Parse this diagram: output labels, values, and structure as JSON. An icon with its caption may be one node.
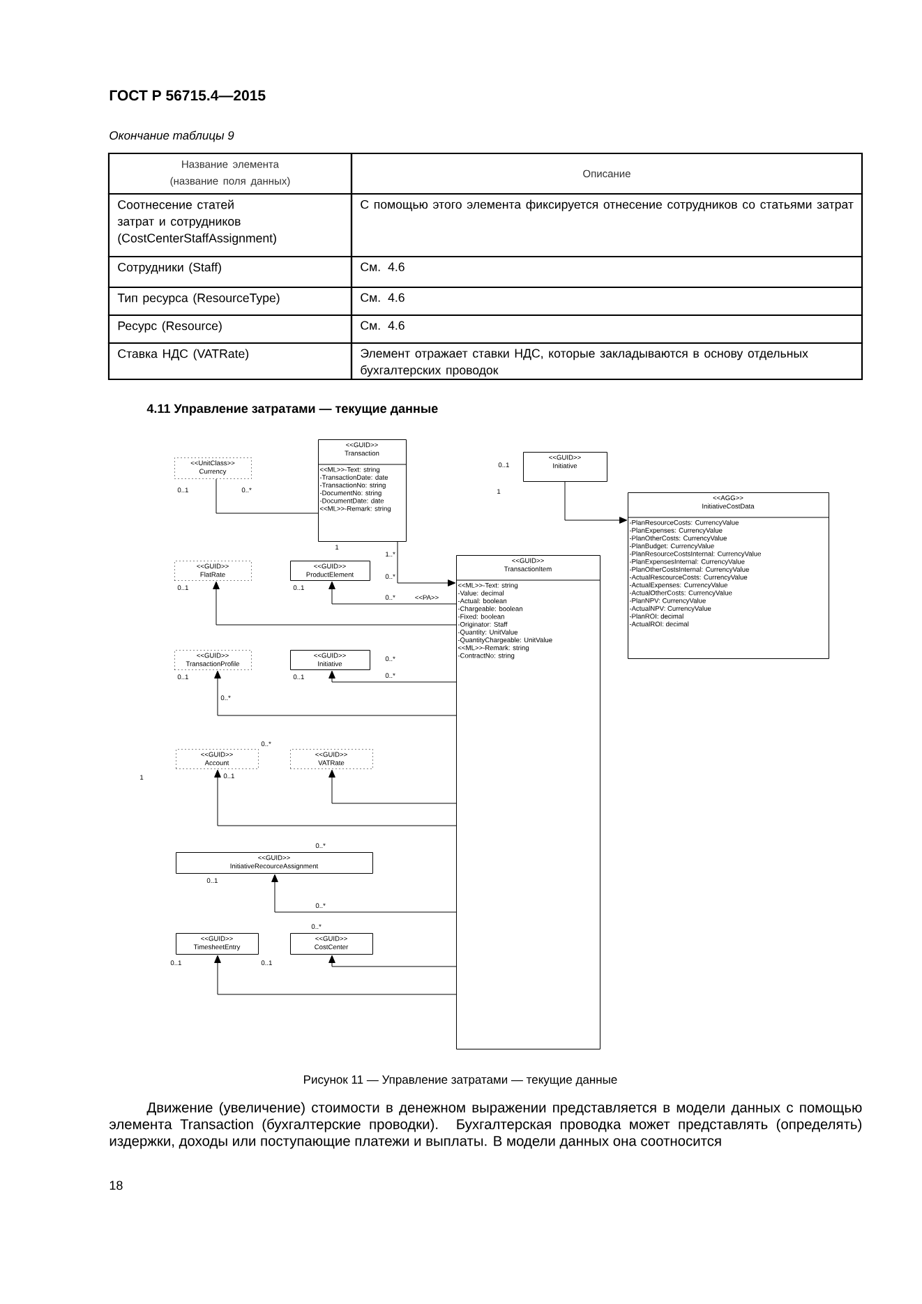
{
  "diagram": {
    "title": "4.11 Управление затратами — текущие данные",
    "caption": "Рисунок 11 — Управление затратами — текущие данные",
    "nodes": [
      {
        "text": [
          "<<UnitClass>>",
          "Currency"
        ]
      },
      {
        "text": [
          "<<GUID>>",
          "Transaction",
          "<<ML>>-Text: string",
          "-TransactionDate: date",
          "-TransactionNo: string",
          "-DocumentNo: string",
          "-DocumentDate: date",
          "<<ML>>-Remark: string"
        ]
      },
      {
        "text": [
          "<<GUID>>",
          "Initiative"
        ]
      },
      {
        "text": [
          "<<AGG>>",
          "InitiativeCostData",
          "-PlanResourceCosts: CurrencyValue",
          "-PlanExpenses: CurrencyValue",
          "-PlanOtherCosts: CurrencyValue",
          "-PlanBudget: CurrencyValue",
          "-PlanResourceCostsInternal: CurrencyValue",
          "-PlanExpensesInternal: CurrencyValue",
          "-PlanOtherCostsInternal: CurrencyValue",
          "-ActualRescourceCosts: CurrencyValue",
          "-ActualExpenses: CurrencyValue",
          "-ActualOtherCosts: CurrencyValue",
          "-PlanNPV: CurrencyValue",
          "-ActualNPV: CurrencyValue",
          "-PlanROI: decimal",
          "-ActualROI: decimal"
        ]
      },
      {
        "text": [
          "<<GUID>>",
          "FlatRate"
        ]
      },
      {
        "text": [
          "<<GUID>>",
          "ProductElement"
        ]
      },
      {
        "text": [
          "<<GUID>>",
          "TransactionItem",
          "<<ML>>-Text: string",
          "-Value: decimal",
          "-Actual: boolean",
          "-Chargeable: boolean",
          "-Fixed: boolean",
          "-Originator: Staff",
          "-Quantity: UnitValue",
          "-QuantityChargeable: UnitValue",
          "<<ML>>-Remark: string",
          "-ContractNo: string"
        ]
      },
      {
        "text": [
          "<<GUID>>",
          "TransactionProfile"
        ]
      },
      {
        "text": [
          "<<GUID>>",
          "Initiative"
        ]
      },
      {
        "text": [
          "<<GUID>>",
          "Account"
        ]
      },
      {
        "text": [
          "<<GUID>>",
          "VATRate"
        ]
      },
      {
        "text": [
          "<<GUID>>",
          "InitiativeRecourceAssignment"
        ]
      },
      {
        "text": [
          "<<GUID>>",
          "TimesheetEntry"
        ]
      },
      {
        "text": [
          "<<GUID>>",
          "CostCenter"
        ]
      }
    ],
    "edges": [
      {
        "from": 1,
        "to": 0,
        "arrow": "none"
      },
      {
        "from": 1,
        "to": 6,
        "arrow": "to",
        "label": "<<PA>>"
      },
      {
        "from": 2,
        "to": 3,
        "arrow": "to"
      },
      {
        "from": 6,
        "to": 5,
        "arrow": "to"
      },
      {
        "from": 6,
        "to": 4,
        "arrow": "to"
      },
      {
        "from": 6,
        "to": 8,
        "arrow": "to"
      },
      {
        "from": 6,
        "to": 7,
        "arrow": "to"
      },
      {
        "from": 6,
        "to": 10,
        "arrow": "to"
      },
      {
        "from": 6,
        "to": 9,
        "arrow": "to"
      },
      {
        "from": 6,
        "to": 11,
        "arrow": "to"
      },
      {
        "from": 6,
        "to": 13,
        "arrow": "to"
      },
      {
        "from": 6,
        "to": 12,
        "arrow": "to"
      }
    ],
    "labels": [
      "ГОСТ Р 56715.4—2015",
      "Окончание таблицы 9",
      "Название элемента (название поля данных)",
      "Описание",
      "Соотнесение статей затрат и сотрудников (CostCenterStaffAssignment)",
      "С помощью этого элемента фиксируется отнесение сотрудников со статьями затрат",
      "Сотрудники (Staff)",
      "См. 4.6",
      "Тип ресурса (ResourceType)",
      "См. 4.6",
      "Ресурс (Resource)",
      "См. 4.6",
      "Ставка НДС (VATRate)",
      "Элемент отражает ставки НДС, которые закладываются в основу отдельных бухгалтерских проводок",
      "0..1",
      "0..1",
      "0..*",
      "1",
      "1",
      "1..*",
      "0..*",
      "0..1",
      "0..1",
      "0..*",
      "0..*",
      "0..1",
      "0..1",
      "0..*",
      "0..*",
      "0..*",
      "1",
      "0..1",
      "0..*",
      "0..1",
      "0..*",
      "0..*",
      "0..1",
      "0..1",
      "Движение (увеличение) стоимости в денежном выражении представляется в модели данных с помощью элемента Transaction (бухгалтерские проводки). Бухгалтерская проводка может представлять (определять) издержки, доходы или поступающие платежи и выплаты. В модели данных она соотносится",
      "18"
    ]
  }
}
